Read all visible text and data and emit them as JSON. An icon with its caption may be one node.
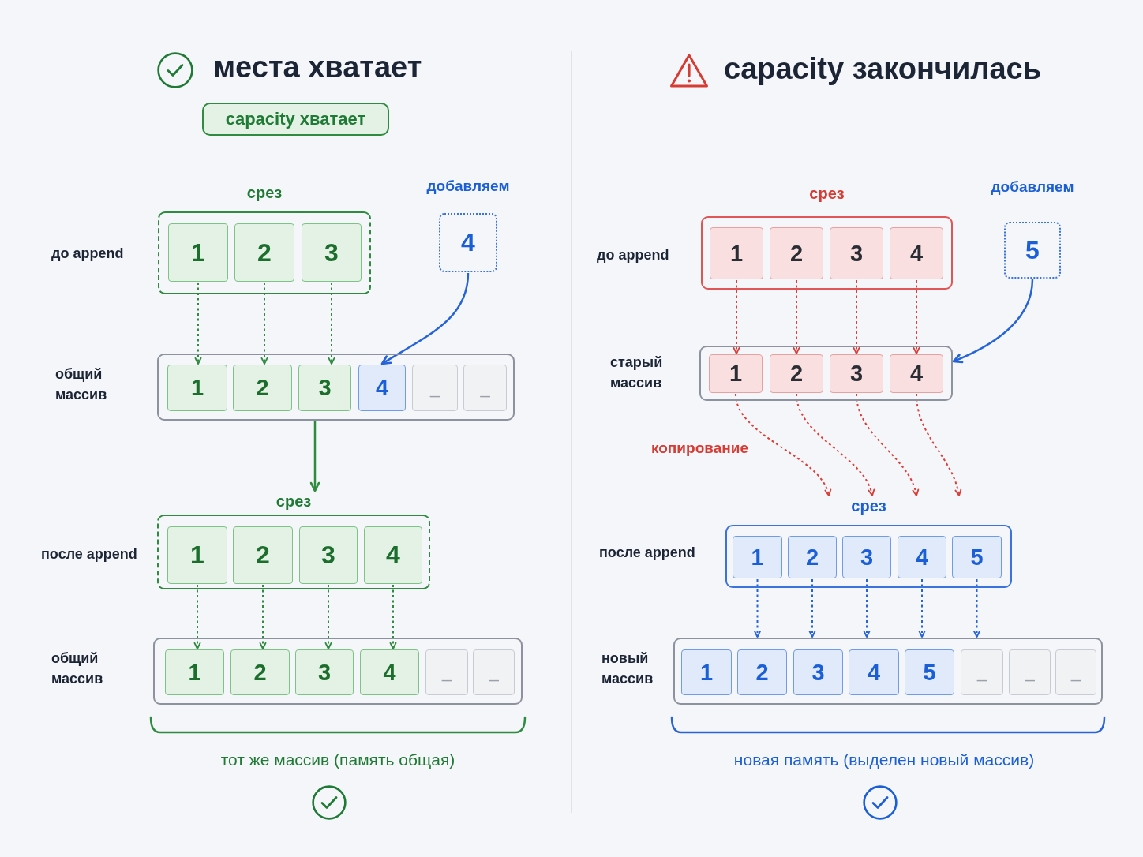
{
  "diagram": {
    "nodes": [
      {
        "text": [
          "capacity хватает"
        ]
      },
      {
        "text": [
          "срез"
        ],
        "beside": [
          "до append"
        ]
      },
      {
        "text": [
          "1"
        ],
        "in": 1
      },
      {
        "text": [
          "2"
        ],
        "in": 1
      },
      {
        "text": [
          "3"
        ],
        "in": 1
      },
      {
        "text": [
          "добавляем",
          "4"
        ]
      },
      {
        "text": [],
        "shape": "box",
        "beside": [
          "общий массив"
        ]
      },
      {
        "text": [
          "1"
        ],
        "in": 6
      },
      {
        "text": [
          "2"
        ],
        "in": 6
      },
      {
        "text": [
          "3"
        ],
        "in": 6
      },
      {
        "text": [
          "4"
        ],
        "in": 6
      },
      {
        "text": [
          "_"
        ],
        "in": 6
      },
      {
        "text": [
          "_"
        ],
        "in": 6
      },
      {
        "text": [
          "срез"
        ],
        "beside": [
          "после append"
        ]
      },
      {
        "text": [
          "1"
        ],
        "in": 13
      },
      {
        "text": [
          "2"
        ],
        "in": 13
      },
      {
        "text": [
          "3"
        ],
        "in": 13
      },
      {
        "text": [
          "4"
        ],
        "in": 13
      },
      {
        "text": [],
        "shape": "box",
        "beside": [
          "общий массив"
        ]
      },
      {
        "text": [
          "1"
        ],
        "in": 18
      },
      {
        "text": [
          "2"
        ],
        "in": 18
      },
      {
        "text": [
          "3"
        ],
        "in": 18
      },
      {
        "text": [
          "4"
        ],
        "in": 18
      },
      {
        "text": [
          "_"
        ],
        "in": 18
      },
      {
        "text": [
          "_"
        ],
        "in": 18
      },
      {
        "text": [
          "срез"
        ],
        "beside": [
          "до append"
        ]
      },
      {
        "text": [
          "1"
        ],
        "in": 25
      },
      {
        "text": [
          "2"
        ],
        "in": 25
      },
      {
        "text": [
          "3"
        ],
        "in": 25
      },
      {
        "text": [
          "4"
        ],
        "in": 25
      },
      {
        "text": [
          "добавляем",
          "5"
        ]
      },
      {
        "text": [],
        "shape": "box",
        "beside": [
          "старый массив"
        ]
      },
      {
        "text": [
          "1"
        ],
        "in": 31
      },
      {
        "text": [
          "2"
        ],
        "in": 31
      },
      {
        "text": [
          "3"
        ],
        "in": 31
      },
      {
        "text": [
          "4"
        ],
        "in": 31
      },
      {
        "text": [
          "срез"
        ],
        "beside": [
          "после append"
        ]
      },
      {
        "text": [
          "1"
        ],
        "in": 36
      },
      {
        "text": [
          "2"
        ],
        "in": 36
      },
      {
        "text": [
          "3"
        ],
        "in": 36
      },
      {
        "text": [
          "4"
        ],
        "in": 36
      },
      {
        "text": [
          "5"
        ],
        "in": 36
      },
      {
        "text": [],
        "shape": "box",
        "beside": [
          "новый массив"
        ]
      },
      {
        "text": [
          "1"
        ],
        "in": 42
      },
      {
        "text": [
          "2"
        ],
        "in": 42
      },
      {
        "text": [
          "3"
        ],
        "in": 42
      },
      {
        "text": [
          "4"
        ],
        "in": 42
      },
      {
        "text": [
          "5"
        ],
        "in": 42
      },
      {
        "text": [
          "_"
        ],
        "in": 42
      },
      {
        "text": [
          "_"
        ],
        "in": 42
      },
      {
        "text": [
          "_"
        ],
        "in": 42
      }
    ],
    "edges": [
      {
        "from": 2,
        "to": 7,
        "arrow": "to",
        "style": "dashed",
        "color": "#2e8b3f"
      },
      {
        "from": 3,
        "to": 8,
        "arrow": "to",
        "style": "dashed",
        "color": "#2e8b3f"
      },
      {
        "from": 4,
        "to": 9,
        "arrow": "to",
        "style": "dashed",
        "color": "#2e8b3f"
      },
      {
        "from": 5,
        "to": 10,
        "arrow": "to",
        "color": "#2563d9"
      },
      {
        "from": 6,
        "to": 13,
        "arrow": "to",
        "color": "#2e8b3f"
      },
      {
        "from": 14,
        "to": 19,
        "arrow": "to",
        "style": "dashed",
        "color": "#2e8b3f"
      },
      {
        "from": 15,
        "to": 20,
        "arrow": "to",
        "style": "dashed",
        "color": "#2e8b3f"
      },
      {
        "from": 16,
        "to": 21,
        "arrow": "to",
        "style": "dashed",
        "color": "#2e8b3f"
      },
      {
        "from": 17,
        "to": 22,
        "arrow": "to",
        "style": "dashed",
        "color": "#2e8b3f"
      },
      {
        "from": 26,
        "to": 32,
        "arrow": "to",
        "style": "dashed",
        "color": "#d9403a"
      },
      {
        "from": 27,
        "to": 33,
        "arrow": "to",
        "style": "dashed",
        "color": "#d9403a"
      },
      {
        "from": 28,
        "to": 34,
        "arrow": "to",
        "style": "dashed",
        "color": "#d9403a"
      },
      {
        "from": 29,
        "to": 35,
        "arrow": "to",
        "style": "dashed",
        "color": "#d9403a"
      },
      {
        "from": 30,
        "to": 31,
        "arrow": "to",
        "color": "#2563d9"
      },
      {
        "from": 32,
        "to": 36,
        "arrow": "to",
        "style": "dashed",
        "color": "#d9403a"
      },
      {
        "from": 33,
        "to": 36,
        "arrow": "to",
        "style": "dashed",
        "color": "#d9403a"
      },
      {
        "from": 34,
        "to": 36,
        "arrow": "to",
        "style": "dashed",
        "color": "#d9403a"
      },
      {
        "from": 35,
        "to": 36,
        "arrow": "to",
        "style": "dashed",
        "color": "#d9403a"
      },
      {
        "from": 37,
        "to": 42,
        "arrow": "to",
        "style": "dashed",
        "color": "#2563d9"
      },
      {
        "from": 38,
        "to": 42,
        "arrow": "to",
        "style": "dashed",
        "color": "#2563d9"
      },
      {
        "from": 39,
        "to": 42,
        "arrow": "to",
        "style": "dashed",
        "color": "#2563d9"
      },
      {
        "from": 40,
        "to": 42,
        "arrow": "to",
        "style": "dashed",
        "color": "#2563d9"
      },
      {
        "from": 41,
        "to": 42,
        "arrow": "to",
        "style": "dashed",
        "color": "#2563d9"
      }
    ],
    "labels": [
      "места хватает",
      "capacity закончилась",
      "копирование",
      "тот же массив (память общая)",
      "новая память (выделен новый массив)"
    ]
  }
}
